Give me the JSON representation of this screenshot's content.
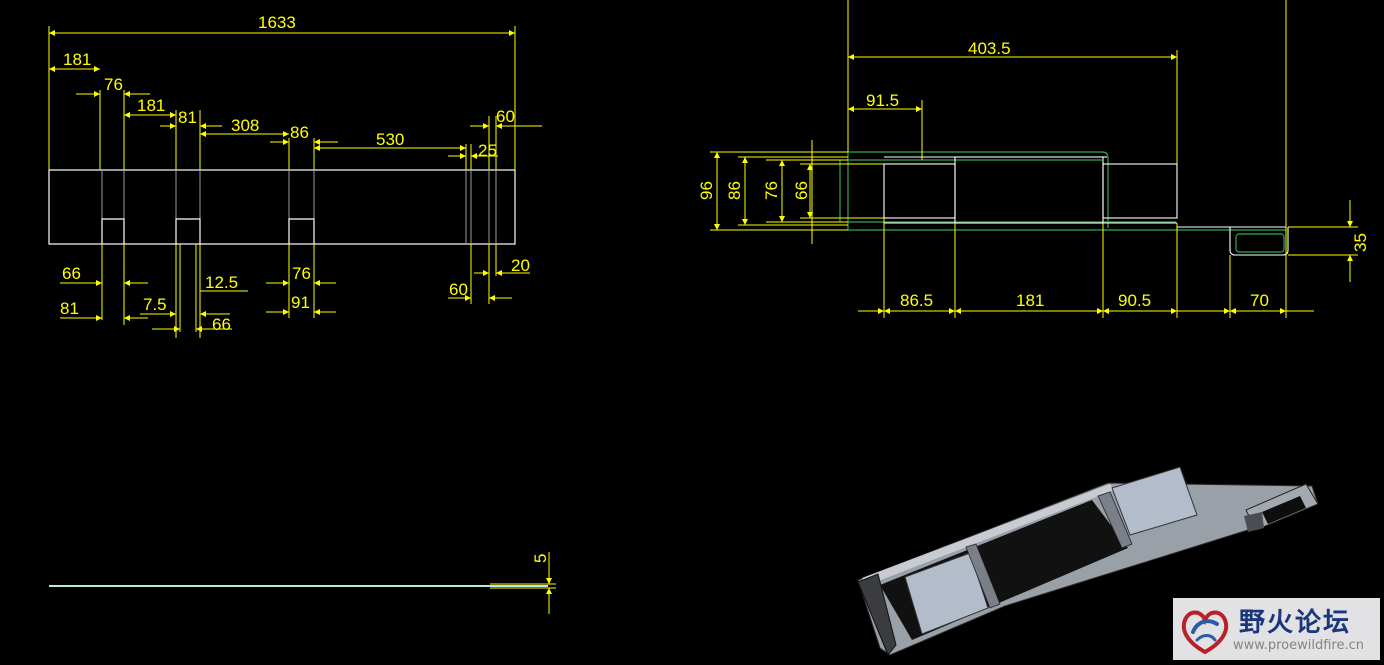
{
  "front_view": {
    "dimensions": {
      "overall_length": "1633",
      "first_offset": "181",
      "slot1_width_top": "76",
      "spacing_1": "181",
      "slot2_width_top": "81",
      "spacing_2": "308",
      "slot3_width_top": "86",
      "spacing_3": "530",
      "end_spacing": "25",
      "end_offset": "60",
      "slot1_inner": "66",
      "slot1_outer": "81",
      "slot2_gap": "7.5",
      "slot2_depth": "12.5",
      "slot2_inner": "66",
      "slot3_inner": "76",
      "slot3_outer": "91",
      "end_inner": "60",
      "end_thickness": "20"
    }
  },
  "side_view": {
    "dimensions": {
      "thickness": "5"
    }
  },
  "top_view": {
    "dimensions": {
      "span": "403.5",
      "inner_offset": "91.5",
      "height_outer": "96",
      "height_2": "86",
      "height_3": "76",
      "height_inner": "66",
      "seg_1": "86.5",
      "seg_2": "181",
      "seg_3": "90.5",
      "seg_4": "70",
      "end_height": "35"
    }
  },
  "colors": {
    "background": "#000000",
    "dimension": "#ffff00",
    "geometry": "#ffffff",
    "hidden": "#2fa84f"
  },
  "watermark": {
    "title": "野火论坛",
    "url": "www.proewildfire.cn"
  }
}
